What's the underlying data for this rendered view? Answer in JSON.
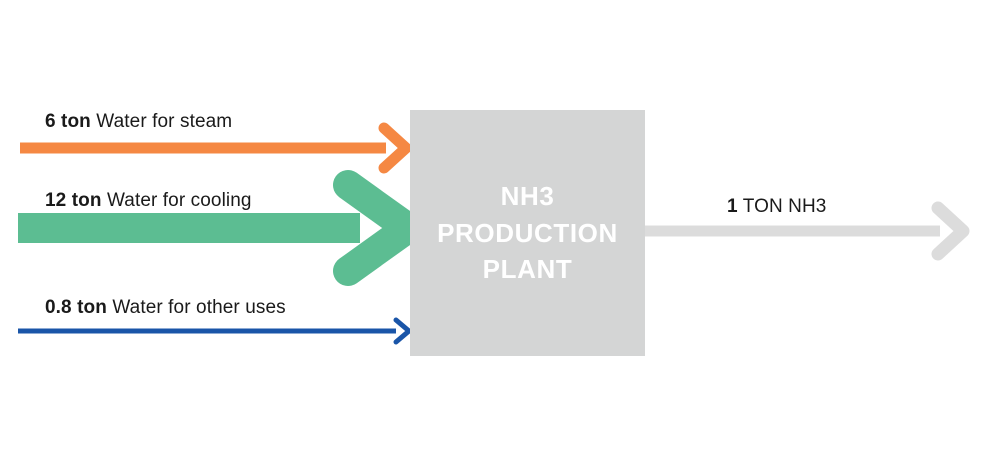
{
  "diagram": {
    "title": "NH3 production plant water balance",
    "colors": {
      "orange": "#f58843",
      "green": "#5cbd92",
      "blue": "#1a55a8",
      "gray_box": "#d4d5d5",
      "gray_arrow": "#dcdcdc",
      "text": "#1a1a1a",
      "box_text": "#ffffff",
      "background": "#ffffff"
    },
    "plant": {
      "lines": [
        "NH3",
        "PRODUCTION",
        "PLANT"
      ]
    },
    "inputs": [
      {
        "id": "steam",
        "amount": "6 ton",
        "description": "Water for steam",
        "color": "#f58843",
        "thickness": "medium"
      },
      {
        "id": "cooling",
        "amount": "12 ton",
        "description": "Water for cooling",
        "color": "#5cbd92",
        "thickness": "thick"
      },
      {
        "id": "other",
        "amount": "0.8 ton",
        "description": "Water for other uses",
        "color": "#1a55a8",
        "thickness": "thin"
      }
    ],
    "outputs": [
      {
        "id": "nh3",
        "amount": "1",
        "description": "TON NH3",
        "color": "#dcdcdc",
        "thickness": "medium"
      }
    ]
  },
  "chart_data": {
    "type": "diagram",
    "title": "NH3 Production Plant water input/output flow",
    "nodes": [
      {
        "id": "plant",
        "label": "NH3 PRODUCTION PLANT"
      }
    ],
    "flows": [
      {
        "from": "water-for-steam",
        "to": "plant",
        "value": 6,
        "unit": "ton",
        "label": "6 ton Water for steam",
        "color": "#f58843"
      },
      {
        "from": "water-for-cooling",
        "to": "plant",
        "value": 12,
        "unit": "ton",
        "label": "12 ton Water for cooling",
        "color": "#5cbd92"
      },
      {
        "from": "water-for-other-uses",
        "to": "plant",
        "value": 0.8,
        "unit": "ton",
        "label": "0.8 ton Water for other uses",
        "color": "#1a55a8"
      },
      {
        "from": "plant",
        "to": "product",
        "value": 1,
        "unit": "TON NH3",
        "label": "1 TON NH3",
        "color": "#dcdcdc"
      }
    ]
  }
}
